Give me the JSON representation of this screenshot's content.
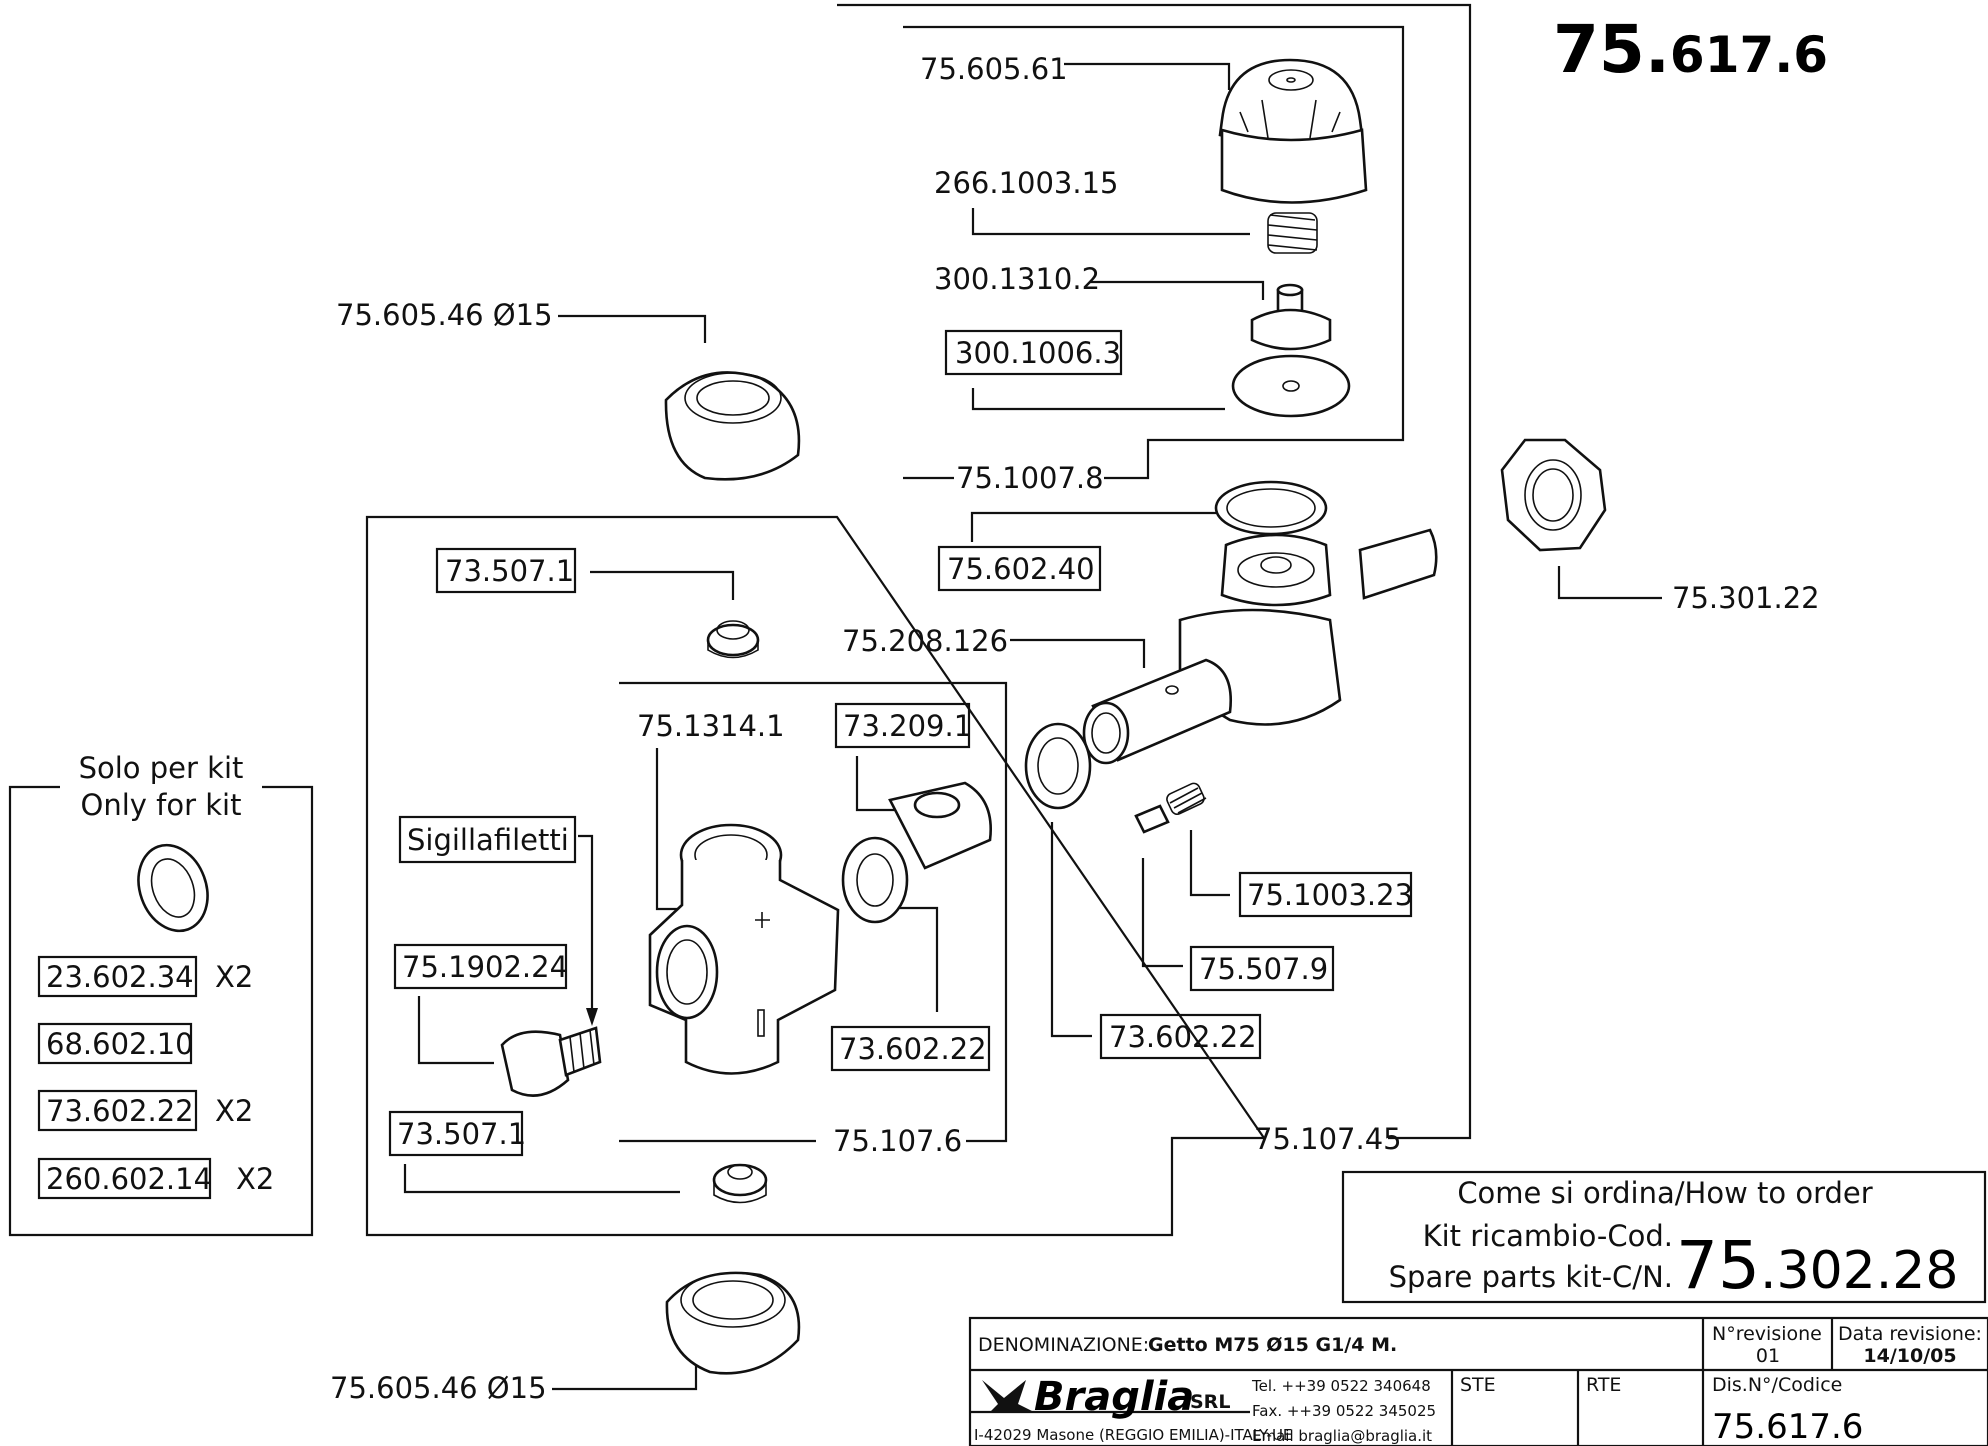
{
  "drawing_number_big": {
    "prefix": "75.",
    "suffix": "617.6"
  },
  "parts": {
    "p_75_605_61": "75.605.61",
    "p_266_1003_15": "266.1003.15",
    "p_300_1310_2": "300.1310.2",
    "p_300_1006_3": "300.1006.3",
    "p_75_1007_8": "75.1007.8",
    "p_75_605_46_top": "75.605.46 Ø15",
    "p_75_301_22": "75.301.22",
    "p_75_602_40": "75.602.40",
    "p_73_507_1_top": "73.507.1",
    "p_75_208_126": "75.208.126",
    "p_75_1314_1": "75.1314.1",
    "p_73_209_1": "73.209.1",
    "p_sigillafiletti": "Sigillafiletti",
    "p_75_1902_24": "75.1902.24",
    "p_75_1003_23": "75.1003.23",
    "p_75_507_9": "75.507.9",
    "p_73_602_22_mid": "73.602.22",
    "p_73_602_22_right": "73.602.22",
    "p_73_507_1_bottom": "73.507.1",
    "p_75_107_6": "75.107.6",
    "p_75_107_45": "75.107.45",
    "p_75_605_46_bottom": "75.605.46 Ø15"
  },
  "kit_box": {
    "title_line1": "Solo per kit",
    "title_line2": "Only for kit",
    "items": [
      {
        "code": "23.602.34",
        "qty": "X2"
      },
      {
        "code": "68.602.10",
        "qty": ""
      },
      {
        "code": "73.602.22",
        "qty": "X2"
      },
      {
        "code": "260.602.14",
        "qty": "X2"
      }
    ]
  },
  "order_box": {
    "line1": "Come si ordina/How to order",
    "line2": "Kit ricambio-Cod.",
    "line3": "Spare parts kit-C/N.",
    "code_big": "75",
    "code_rest": ".302.28"
  },
  "title_block": {
    "denominazione_label": "DENOMINAZIONE:",
    "denominazione_value": "Getto M75 Ø15 G1/4 M.",
    "revision_label": "N°revisione",
    "revision_value": "01",
    "revision_date_label": "Data revisione:",
    "revision_date_value": "14/10/05",
    "company_name": "Braglia",
    "company_suffix": "SRL",
    "address": "I-42029 Masone (REGGIO EMILIA)-ITALY-UE",
    "tel": "Tel. ++39 0522 340648",
    "fax": "Fax. ++39 0522 345025",
    "email": "Email braglia@braglia.it",
    "ste_label": "STE",
    "rte_label": "RTE",
    "dis_label": "Dis.N°/Codice",
    "dis_value": "75.617.6"
  }
}
